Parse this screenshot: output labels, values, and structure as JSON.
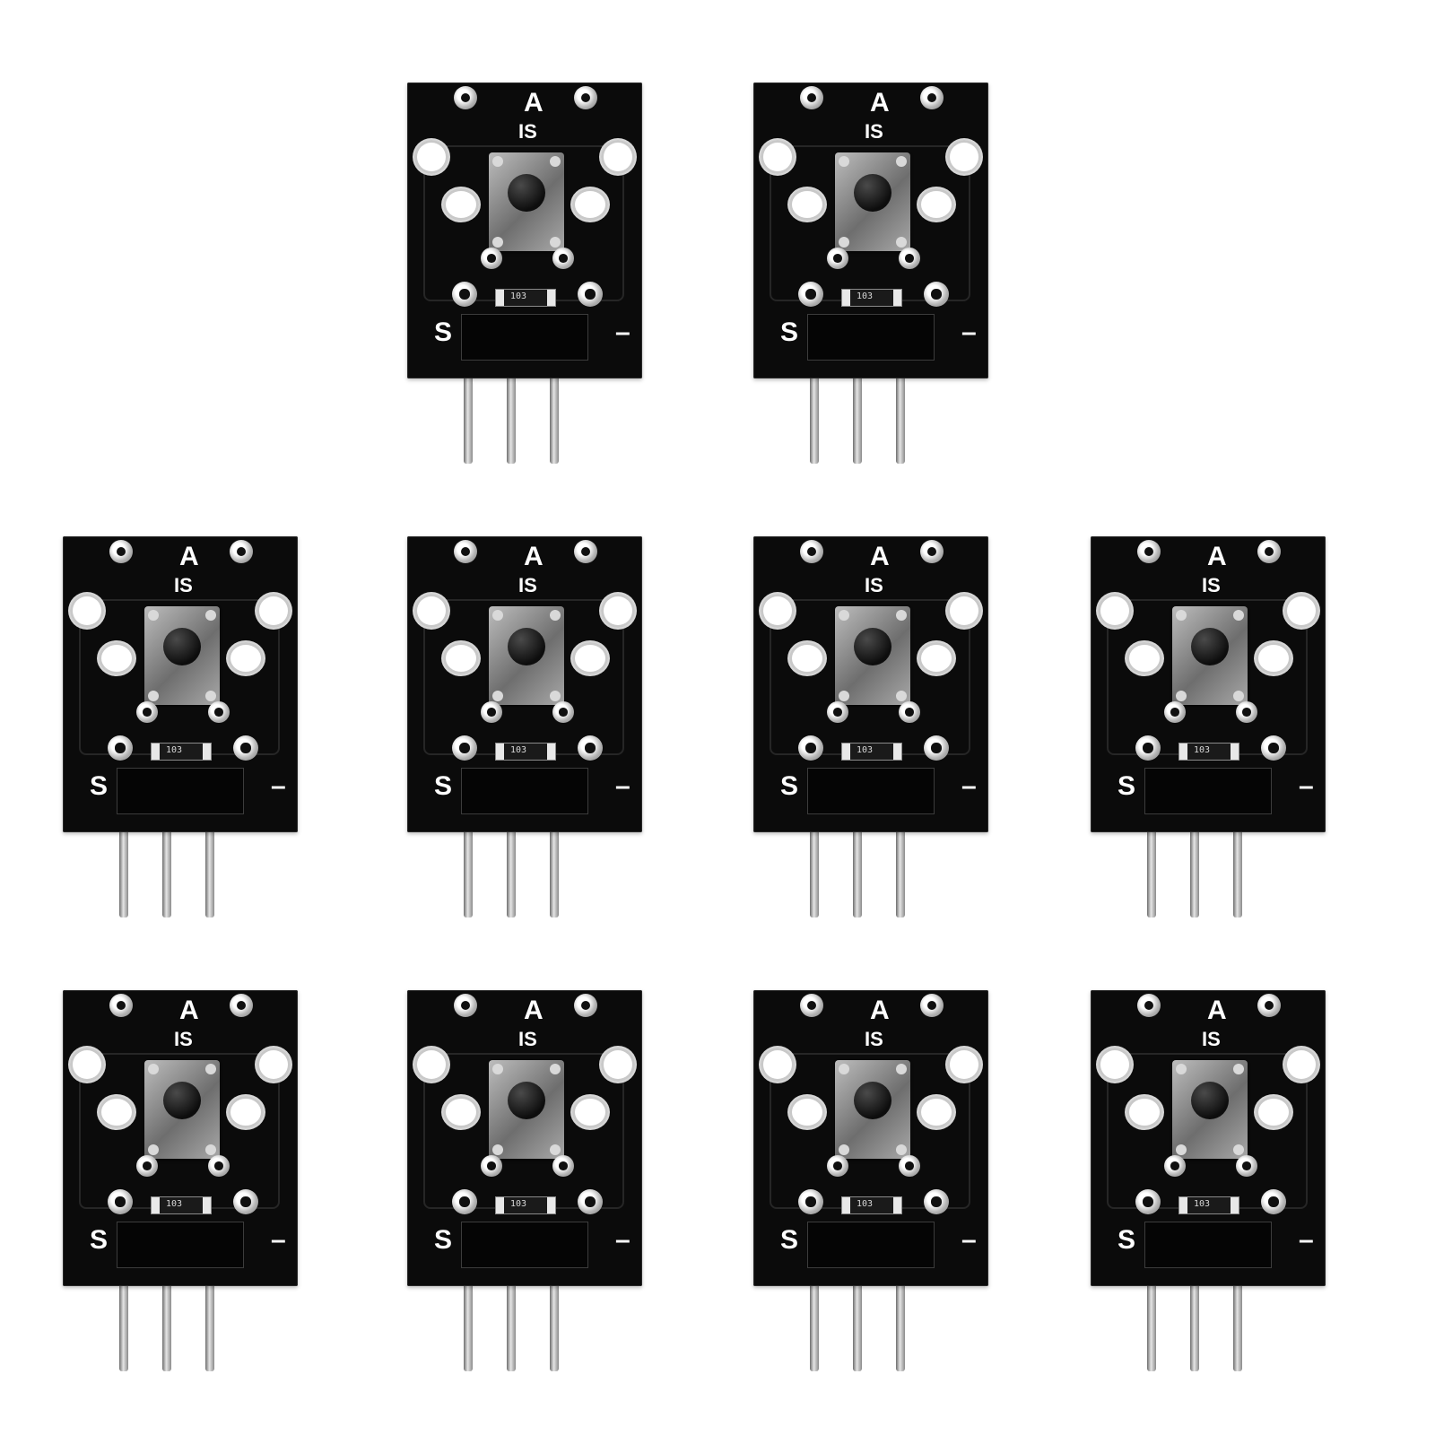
{
  "modules": [
    {
      "label_top": "A",
      "label_mark": "IS",
      "label_signal": "S",
      "label_minus": "–",
      "resistor_code": "103"
    },
    {
      "label_top": "A",
      "label_mark": "IS",
      "label_signal": "S",
      "label_minus": "–",
      "resistor_code": "103"
    },
    {
      "label_top": "A",
      "label_mark": "IS",
      "label_signal": "S",
      "label_minus": "–",
      "resistor_code": "103"
    },
    {
      "label_top": "A",
      "label_mark": "IS",
      "label_signal": "S",
      "label_minus": "–",
      "resistor_code": "103"
    },
    {
      "label_top": "A",
      "label_mark": "IS",
      "label_signal": "S",
      "label_minus": "–",
      "resistor_code": "103"
    },
    {
      "label_top": "A",
      "label_mark": "IS",
      "label_signal": "S",
      "label_minus": "–",
      "resistor_code": "103"
    },
    {
      "label_top": "A",
      "label_mark": "IS",
      "label_signal": "S",
      "label_minus": "–",
      "resistor_code": "103"
    },
    {
      "label_top": "A",
      "label_mark": "IS",
      "label_signal": "S",
      "label_minus": "–",
      "resistor_code": "103"
    },
    {
      "label_top": "A",
      "label_mark": "IS",
      "label_signal": "S",
      "label_minus": "–",
      "resistor_code": "103"
    },
    {
      "label_top": "A",
      "label_mark": "IS",
      "label_signal": "S",
      "label_minus": "–",
      "resistor_code": "103"
    }
  ],
  "colors": {
    "pcb": "#0b0b0b",
    "silkscreen": "#ffffff",
    "background": "#ffffff"
  }
}
